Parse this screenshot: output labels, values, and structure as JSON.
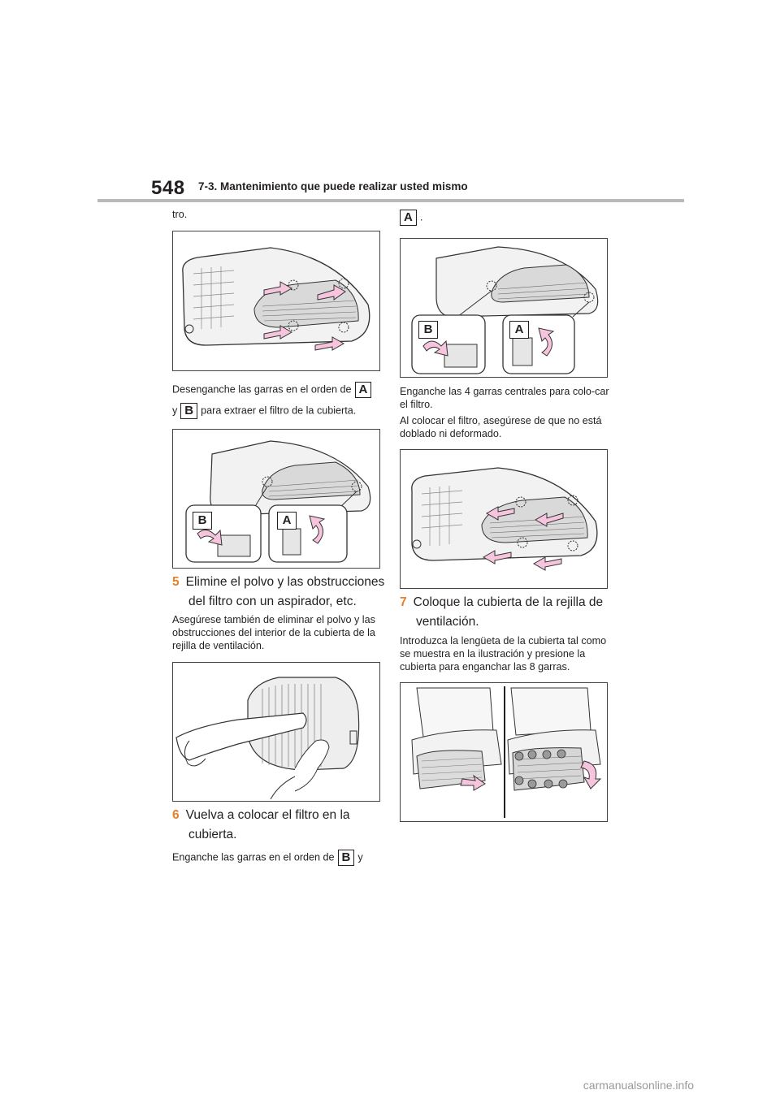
{
  "header": {
    "page_number": "548",
    "section_title": "7-3. Mantenimiento que puede realizar usted mismo"
  },
  "left": {
    "intro_text": "tro.",
    "caption1_part1": "Desenganche las garras en el orden de",
    "caption1_label_a": "A",
    "caption1_part2": "y",
    "caption1_label_b": "B",
    "caption1_part3": "para extraer el filtro de la cubierta.",
    "fig2_callout_b": "B",
    "fig2_callout_a": "A",
    "step5_number": "5",
    "step5_line1": "Elimine el polvo y las obstrucciones",
    "step5_line2": "del filtro con un aspirador, etc.",
    "step5_detail": "Asegúrese también de eliminar el polvo y las obstrucciones del interior de la cubierta de la rejilla de ventilación.",
    "step6_number": "6",
    "step6_line1": "Vuelva a colocar el filtro en la",
    "step6_line2": "cubierta.",
    "step6_detail_part1": "Enganche las garras en el orden de",
    "step6_detail_label_b": "B",
    "step6_detail_part2": "y"
  },
  "right": {
    "label_a": "A",
    "label_a_suffix": ".",
    "fig_callout_b": "B",
    "fig_callout_a": "A",
    "caption1": "Enganche las 4 garras centrales para colo-car el filtro.",
    "caption2": "Al colocar el filtro, asegúrese de que no está doblado ni deformado.",
    "step7_number": "7",
    "step7_line1": "Coloque la cubierta de la rejilla de",
    "step7_line2": "ventilación.",
    "step7_detail": "Introduzca la lengüeta de la cubierta tal como se muestra en la ilustración y presione la cubierta para enganchar las 8 garras."
  },
  "footer": {
    "watermark": "carmanualsonline.info"
  },
  "colors": {
    "step_number": "#e87f2a",
    "arrow_fill": "#f6c4dc",
    "header_rule": "#b9b9b9"
  }
}
